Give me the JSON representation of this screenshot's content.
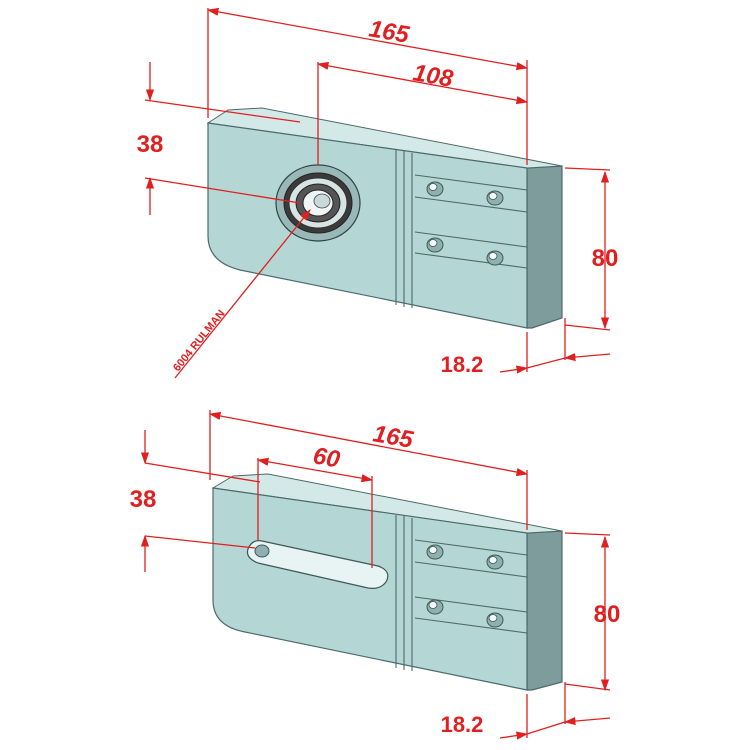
{
  "drawing": {
    "upper_view": {
      "overall_length": "165",
      "bearing_center_offset": "108",
      "bearing_height": "38",
      "width": "80",
      "thickness": "18.2",
      "bearing_note": "6004 RULMAN"
    },
    "lower_view": {
      "overall_length": "165",
      "slot_length": "60",
      "slot_height": "38",
      "width": "80",
      "thickness": "18.2"
    }
  },
  "colors": {
    "dimension": "#e02020",
    "plate_face": "#b4d6d4",
    "plate_side": "#7e9c9c",
    "outline": "#4d6a6a"
  }
}
